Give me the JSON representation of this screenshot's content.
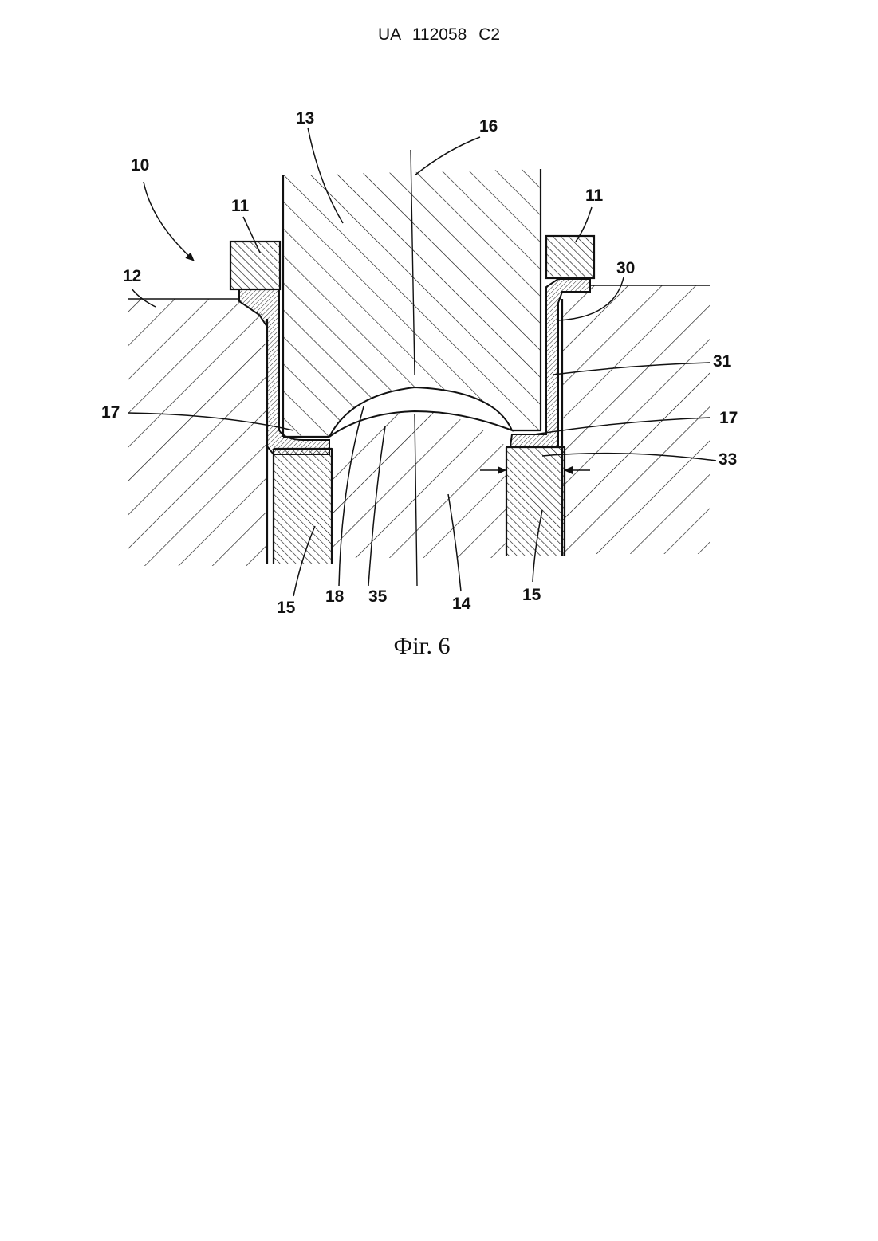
{
  "header": {
    "country": "UA",
    "number": "112058",
    "kind": "C2"
  },
  "figure": {
    "caption": "Фіг. 6",
    "labels": {
      "l10": "10",
      "l11a": "11",
      "l11b": "11",
      "l12": "12",
      "l13": "13",
      "l14": "14",
      "l15a": "15",
      "l15b": "15",
      "l16": "16",
      "l17a": "17",
      "l17b": "17",
      "l18": "18",
      "l30": "30",
      "l31": "31",
      "l33": "33",
      "l35": "35"
    }
  }
}
